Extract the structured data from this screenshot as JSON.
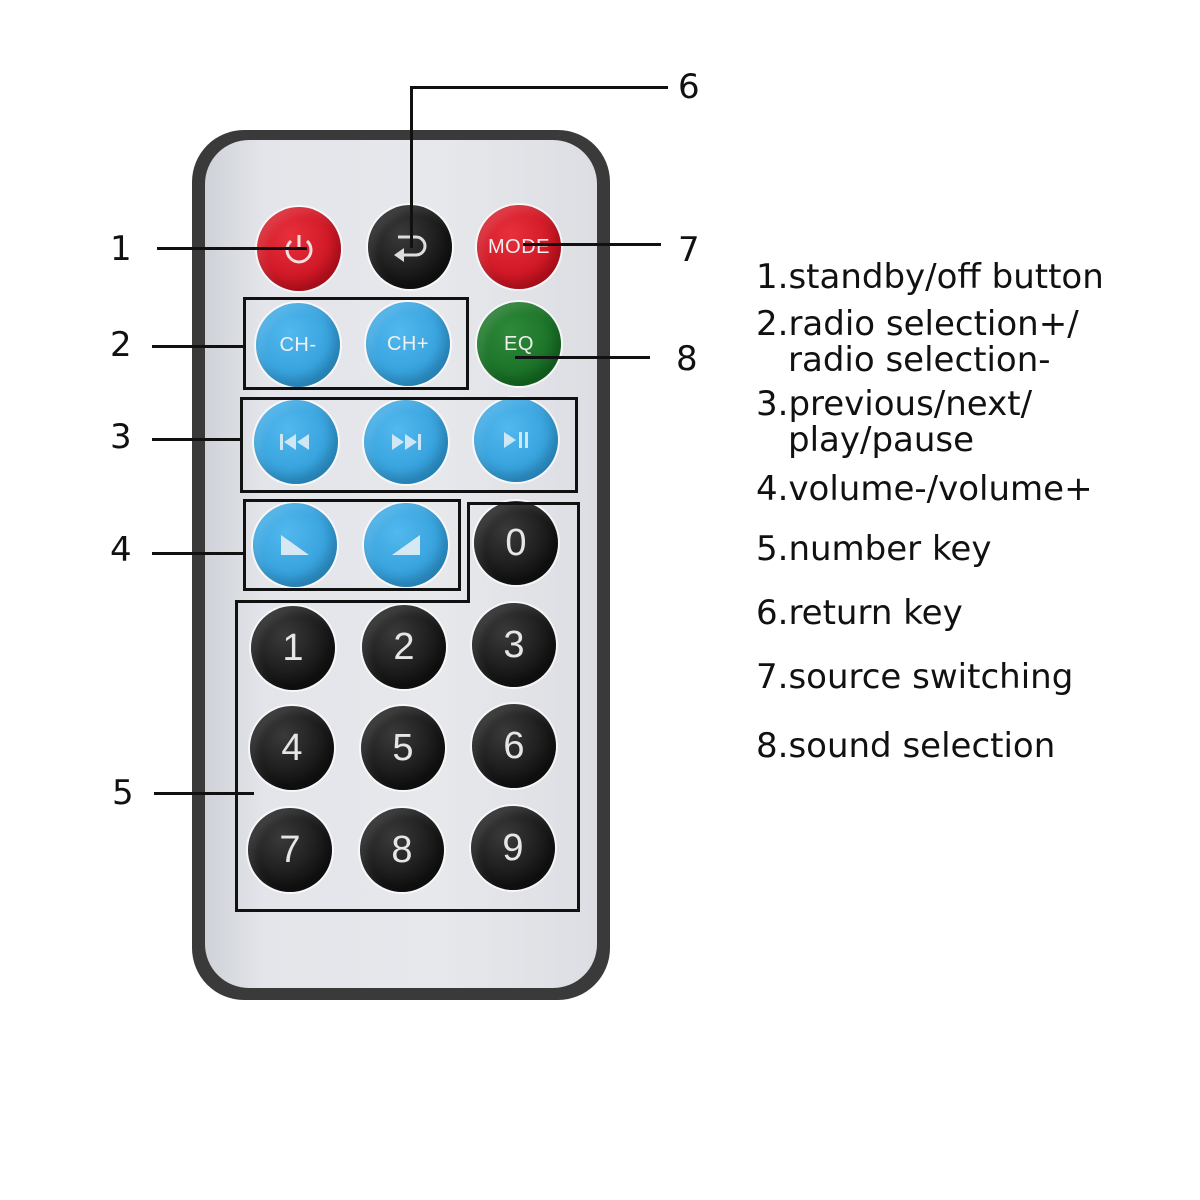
{
  "remote": {
    "buttons": {
      "power": {
        "icon": "power-icon",
        "color": "#d01826"
      },
      "return": {
        "icon": "return-arrow-icon",
        "color": "#1a1a1a"
      },
      "mode": {
        "label": "MODE",
        "color": "#d01826"
      },
      "ch_minus": {
        "label": "CH-",
        "color": "#3aa7e2"
      },
      "ch_plus": {
        "label": "CH+",
        "color": "#3aa7e2"
      },
      "eq": {
        "label": "EQ",
        "color": "#1c7a2a"
      },
      "prev": {
        "icon": "previous-track-icon",
        "glyph": "|◀◀",
        "color": "#3aa7e2"
      },
      "next": {
        "icon": "next-track-icon",
        "glyph": "▶▶|",
        "color": "#3aa7e2"
      },
      "play_pause": {
        "icon": "play-pause-icon",
        "glyph": "▶||",
        "color": "#3aa7e2"
      },
      "vol_minus": {
        "icon": "volume-down-icon",
        "color": "#3aa7e2"
      },
      "vol_plus": {
        "icon": "volume-up-icon",
        "color": "#3aa7e2"
      },
      "numbers": [
        "0",
        "1",
        "2",
        "3",
        "4",
        "5",
        "6",
        "7",
        "8",
        "9"
      ]
    }
  },
  "callouts": [
    "1",
    "2",
    "3",
    "4",
    "5",
    "6",
    "7",
    "8"
  ],
  "legend": {
    "item1": "1.standby/off button",
    "item2_line1": "2.radio selection+/",
    "item2_line2": "radio selection-",
    "item3_line1": "3.previous/next/",
    "item3_line2": "play/pause",
    "item4": "4.volume-/volume+",
    "item5": "5.number key",
    "item6": "6.return key",
    "item7": "7.source switching",
    "item8": "8.sound selection"
  }
}
